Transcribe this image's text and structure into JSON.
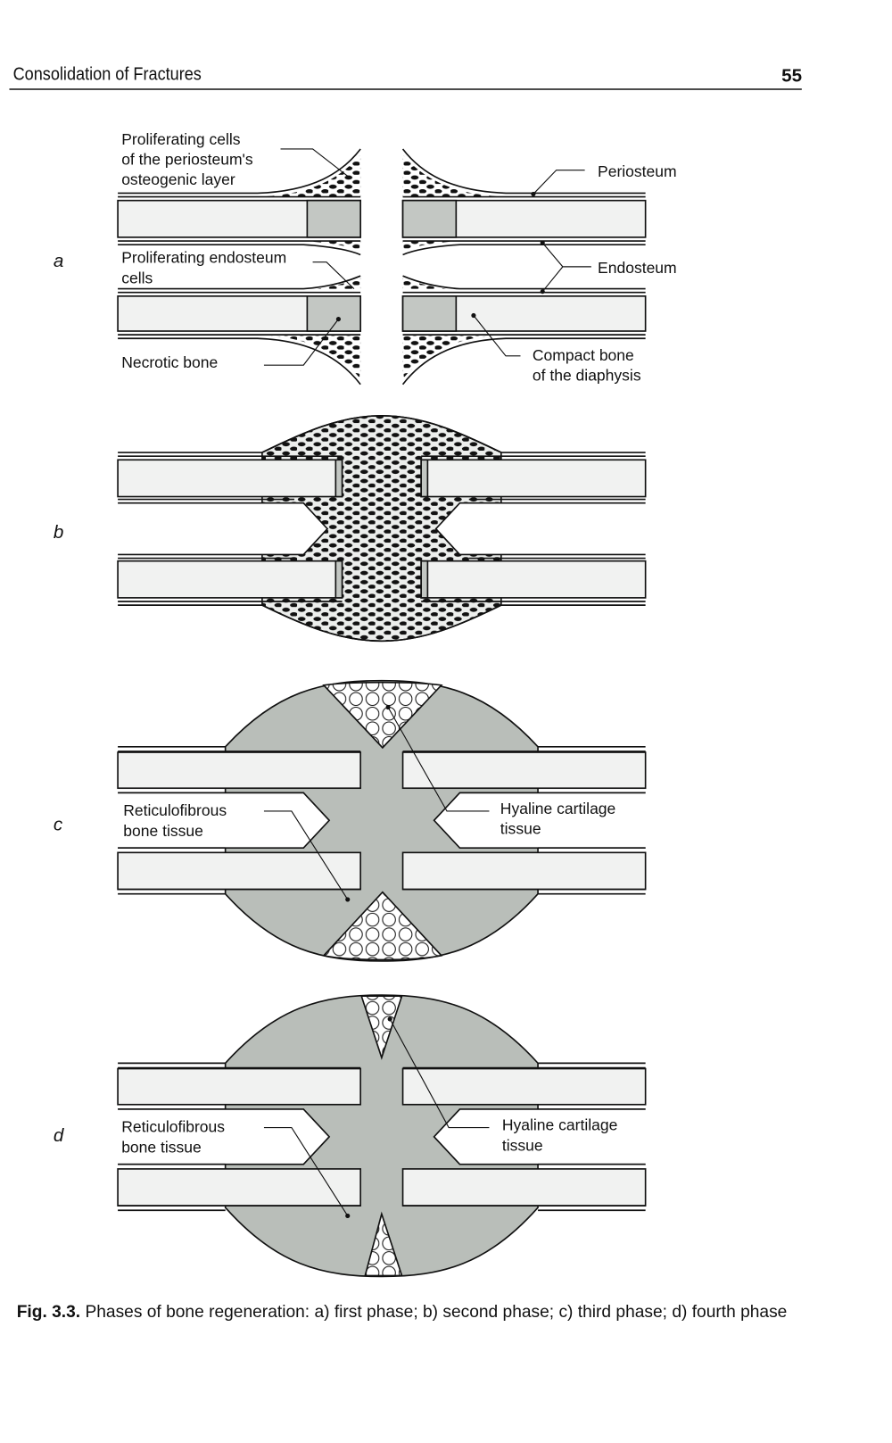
{
  "header": {
    "running_title": "Consolidation of Fractures",
    "page_number": "55"
  },
  "figure": {
    "panels": {
      "a": {
        "letter": "a",
        "labels": {
          "periosteum_cells": [
            "Proliferating cells",
            "of the periosteum's",
            "osteogenic layer"
          ],
          "endosteum_cells": [
            "Proliferating endosteum",
            "cells"
          ],
          "necrotic_bone": "Necrotic bone",
          "periosteum": "Periosteum",
          "endosteum": "Endosteum",
          "compact_bone": [
            "Compact bone",
            "of the diaphysis"
          ]
        }
      },
      "b": {
        "letter": "b"
      },
      "c": {
        "letter": "c",
        "labels": {
          "reticulofibrous": [
            "Reticulofibrous",
            "bone tissue"
          ],
          "hyaline": [
            "Hyaline cartilage",
            "tissue"
          ]
        }
      },
      "d": {
        "letter": "d",
        "labels": {
          "reticulofibrous": [
            "Reticulofibrous",
            "bone tissue"
          ],
          "hyaline": [
            "Hyaline cartilage",
            "tissue"
          ]
        }
      }
    },
    "caption": {
      "number": "Fig. 3.3.",
      "text": " Phases of bone regeneration: a) first phase; b) second phase; c) third phase; d) fourth phase"
    }
  },
  "colors": {
    "callus_gray": "#b9beb9",
    "cortex": "#f1f2f1",
    "ink": "#111111"
  }
}
